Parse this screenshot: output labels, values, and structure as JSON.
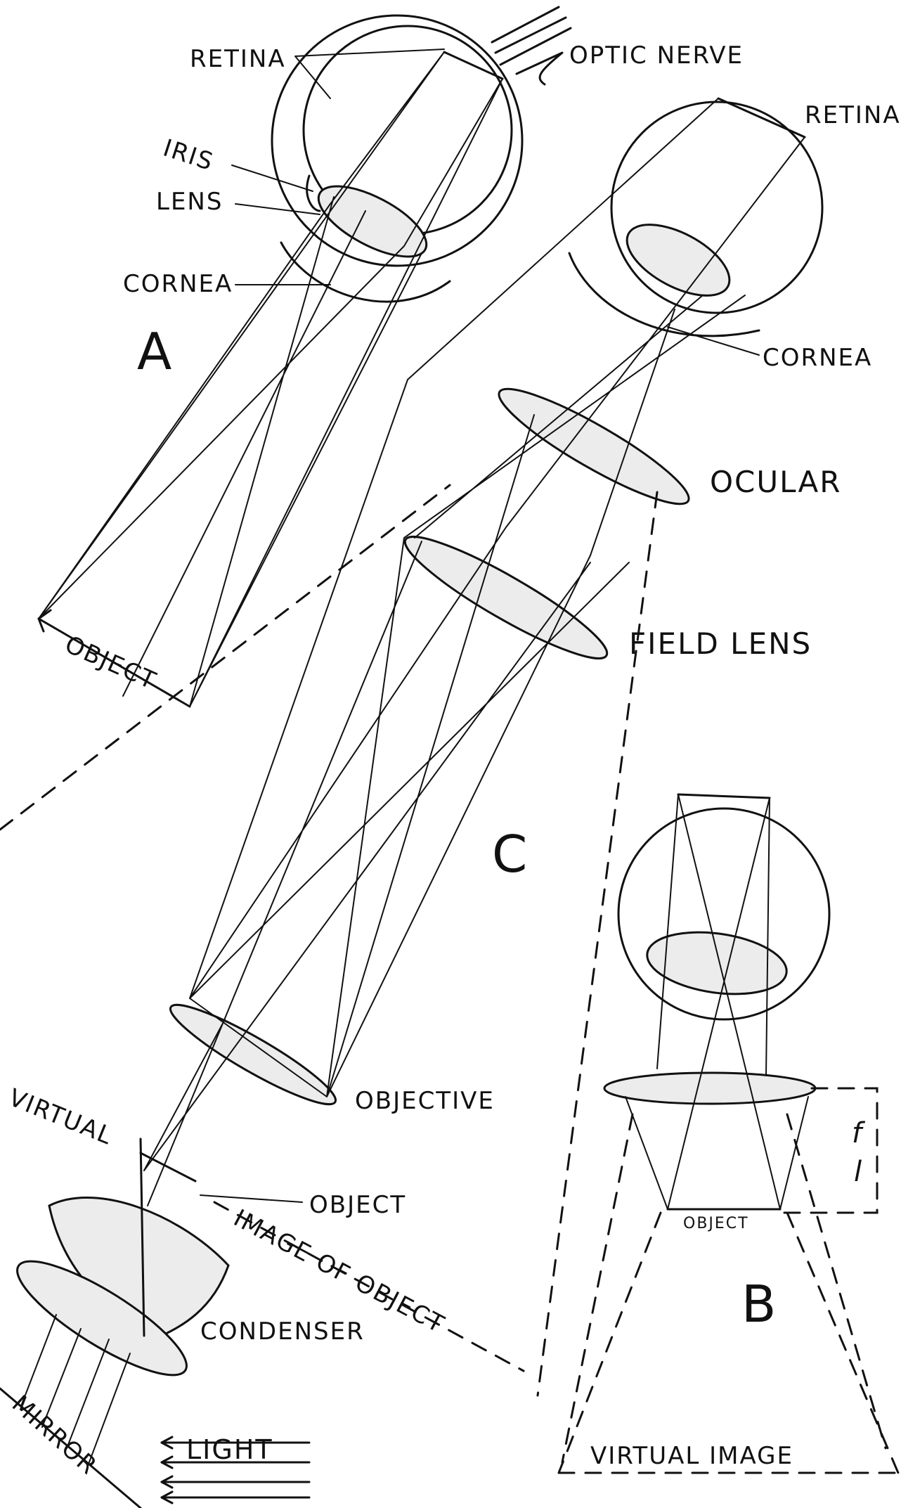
{
  "diagram": {
    "panel_labels": {
      "a": "A",
      "b": "B",
      "c": "C"
    },
    "labels": {
      "retina_a": "RETINA",
      "optic_nerve": "OPTIC NERVE",
      "iris": "IRIS",
      "lens": "LENS",
      "cornea_a": "CORNEA",
      "object_a": "OBJECT",
      "retina_c": "RETINA",
      "cornea_c": "CORNEA",
      "ocular": "OCULAR",
      "field_lens": "FIELD LENS",
      "objective": "OBJECTIVE",
      "object_c": "OBJECT",
      "virtual": "VIRTUAL",
      "image_of_object": "IMAGE OF OBJECT",
      "condenser": "CONDENSER",
      "mirror": "MIRROR",
      "light": "LIGHT",
      "object_b": "OBJECT",
      "f_label": "f",
      "l_label": "l",
      "virtual_image": "VIRTUAL IMAGE"
    }
  }
}
